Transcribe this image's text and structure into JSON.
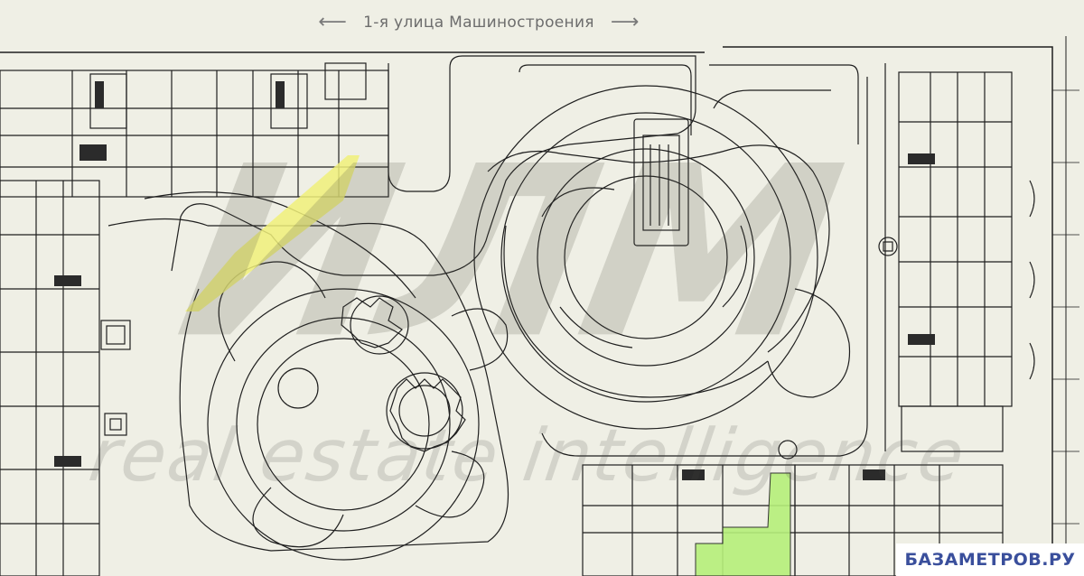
{
  "map": {
    "street_name": "1-я улица Машиностроения",
    "watermark_logo": "ИЛМ",
    "watermark_subtitle": "real estate intelligence",
    "site_badge": "БАЗАМЕТРОВ.РУ",
    "colors": {
      "background": "#efefe5",
      "lines": "#1f1f1f",
      "wall_fill": "#2b2b2b",
      "highlight_yellow": "#f0f07a",
      "highlight_green": "#b6f07a",
      "badge_text": "#3a4f9c"
    },
    "highlighted_units": [
      "highlighted-unit-yellow",
      "highlighted-unit-green"
    ]
  }
}
